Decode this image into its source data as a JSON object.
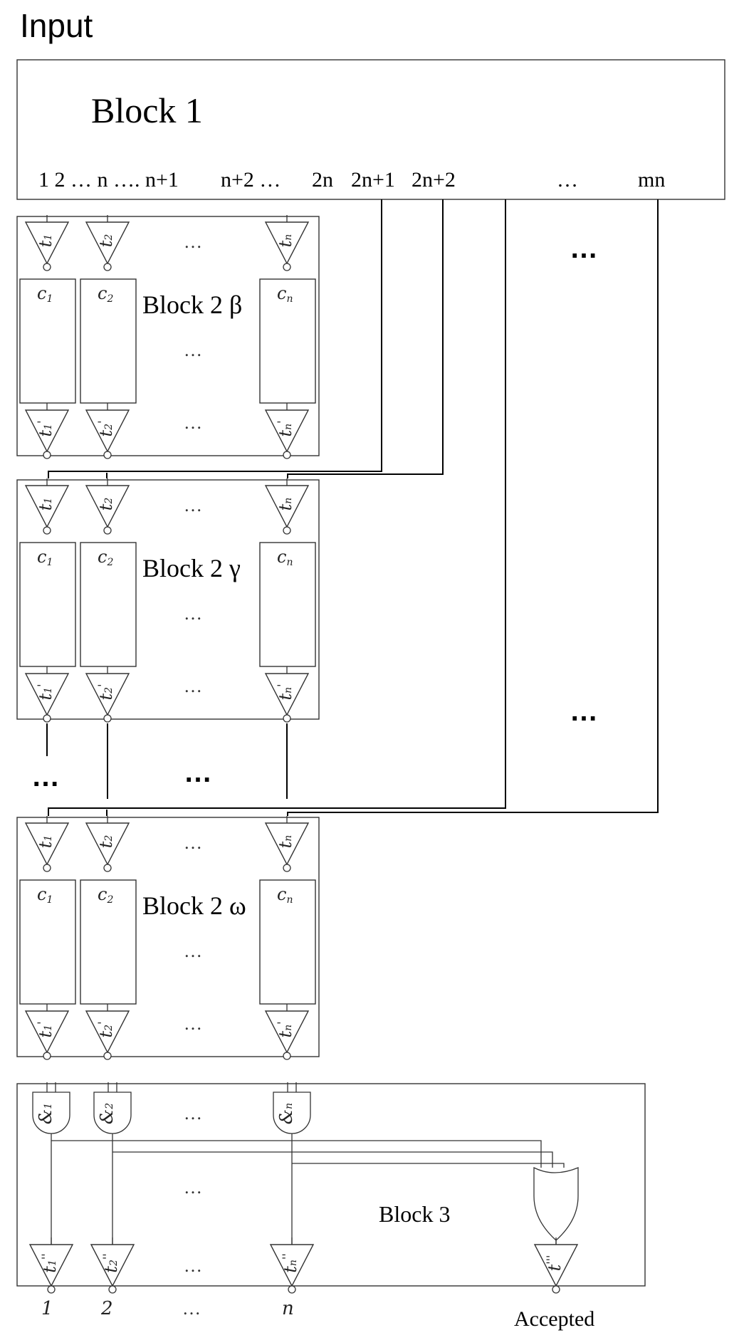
{
  "input_label": "Input",
  "block1": {
    "title": "Block 1",
    "ports": {
      "seq1": "1 2 … n …. n+1",
      "seq2": "n+2 …",
      "p2n": "2n",
      "p2n1": "2n+1",
      "p2n2": "2n+2",
      "ellipsis": "…",
      "mn": "mn"
    }
  },
  "blocks2": [
    {
      "id": "beta",
      "title": "Block 2 β"
    },
    {
      "id": "gamma",
      "title": "Block 2 γ"
    },
    {
      "id": "omega",
      "title": "Block 2 ω"
    }
  ],
  "cell_labels": {
    "c": "c",
    "sub1": "1",
    "sub2": "2",
    "subn": "n"
  },
  "trigger_labels": {
    "t": "t",
    "sub1": "1",
    "sub2": "2",
    "subn": "n",
    "prime": "'",
    "dprime": "''",
    "tprime": "'''"
  },
  "and_labels": {
    "amp": "&",
    "sub1": "1",
    "sub2": "2",
    "subn": "n"
  },
  "block3": {
    "title": "Block 3"
  },
  "dots": {
    "small": "…",
    "big": "…"
  },
  "outputs": {
    "o1": "1",
    "o2": "2",
    "on": "n",
    "accepted": "Accepted"
  }
}
